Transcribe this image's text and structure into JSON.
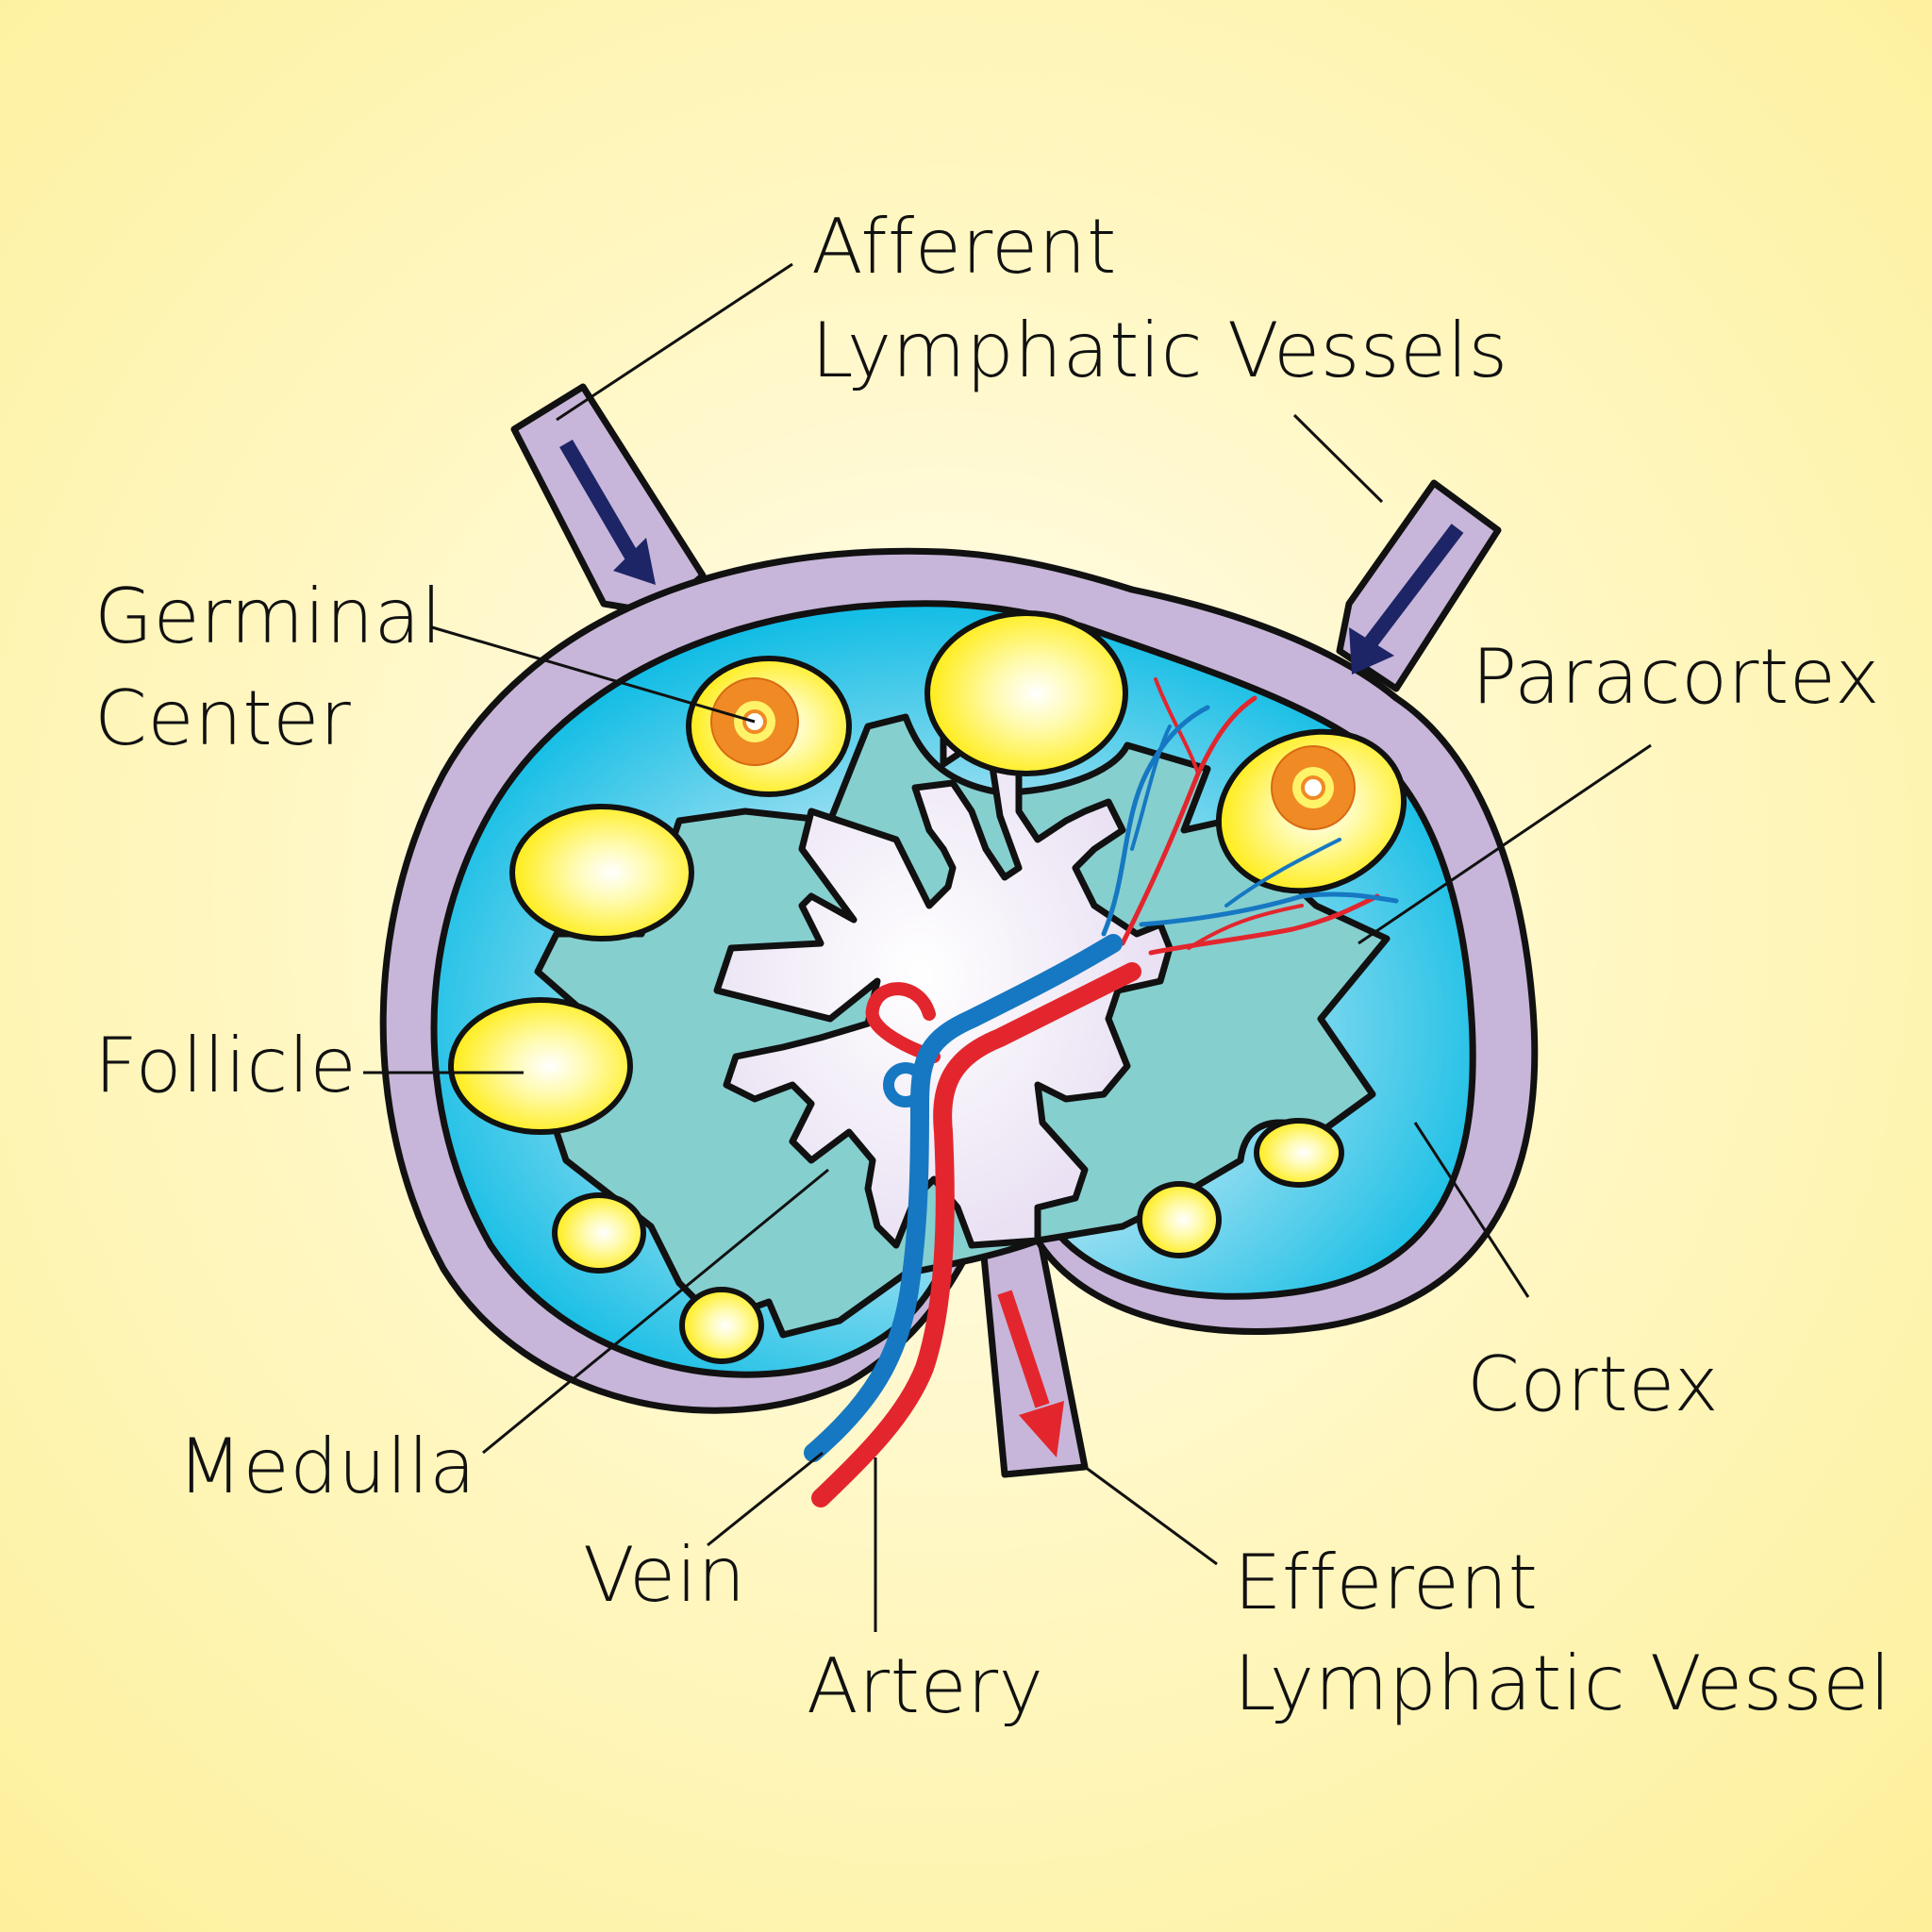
{
  "labels": {
    "afferent_line1": "Afferent",
    "afferent_line2": "Lymphatic Vessels",
    "germinal_line1": "Germinal",
    "germinal_line2": "Center",
    "paracortex": "Paracortex",
    "follicle": "Follicle",
    "cortex": "Cortex",
    "medulla": "Medulla",
    "vein": "Vein",
    "artery": "Artery",
    "efferent_line1": "Efferent",
    "efferent_line2": "Lymphatic Vessel"
  },
  "colors": {
    "capsule": "#c7b6d9",
    "cortex": "#1ec0e6",
    "paracortex": "#86cfcf",
    "medulla": "#efe8f6",
    "follicle": "#ffee00",
    "germinal_center": "#f08a24",
    "afferent_arrow": "#1d2566",
    "efferent_arrow": "#e3262d",
    "vein": "#1678c2",
    "artery": "#e3262d",
    "outline": "#111111",
    "background": "#fdf3a8"
  }
}
